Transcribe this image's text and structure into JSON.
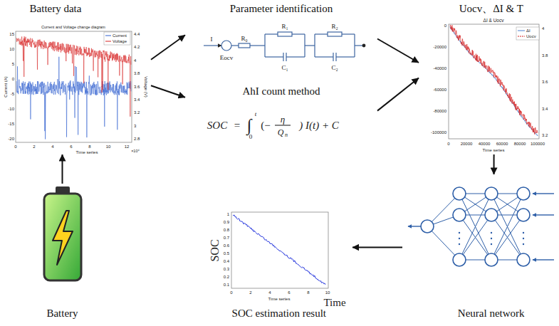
{
  "diagram": {
    "nodes": [
      {
        "text": [
          "Battery data"
        ]
      },
      {
        "text": [
          "Parameter identification"
        ]
      },
      {
        "text": [
          "AhI count method"
        ]
      },
      {
        "text": [
          "Uocv、ΔI & T"
        ]
      },
      {
        "text": [
          "Battery"
        ]
      },
      {
        "text": [
          "SOC estimation result"
        ]
      },
      {
        "text": [
          "Neural network"
        ]
      }
    ],
    "edges": [
      {
        "from": 4,
        "to": 0,
        "arrow": "to"
      },
      {
        "from": 0,
        "to": 1,
        "arrow": "to"
      },
      {
        "from": 0,
        "to": 2,
        "arrow": "to"
      },
      {
        "from": 1,
        "to": 3,
        "arrow": "to"
      },
      {
        "from": 2,
        "to": 3,
        "arrow": "to"
      },
      {
        "from": 3,
        "to": 6,
        "arrow": "to"
      },
      {
        "from": 6,
        "to": 5,
        "arrow": "to"
      }
    ],
    "labels": [
      "Current and Voltage change diagram",
      "15",
      "10",
      "5",
      "0",
      "-5",
      "-10",
      "-15",
      "-20",
      "4.4",
      "4.2",
      "4",
      "3.8",
      "3.6",
      "3.4",
      "3.2",
      "3",
      "2.8",
      "0",
      "2",
      "4",
      "6",
      "8",
      "10",
      "12",
      "×10⁴",
      "Current (A)",
      "Voltage (V)",
      "Time series",
      "I",
      "Eocv",
      "R₀",
      "R₁",
      "C₁",
      "R₂",
      "C₂",
      "SOC",
      "=",
      "∫",
      "t",
      "0",
      "(−",
      "η",
      "Q",
      "n",
      ") I(t) + C",
      "ΔI & Uocv",
      "0",
      "-20000",
      "-40000",
      "-60000",
      "-80000",
      "-100000",
      "0",
      "20000",
      "40000",
      "60000",
      "80000",
      "100000",
      "Time series",
      "4",
      "3.8",
      "3.6",
      "3.4",
      "3.2",
      "SOC",
      "Time",
      "1",
      "0.9",
      "0.8",
      "0.7",
      "0.6",
      "0.5",
      "0.4",
      "0.3",
      "0.2",
      "0.1",
      "0",
      "2",
      "4",
      "6",
      "8",
      "10",
      "Time series"
    ],
    "legend": [
      {
        "text": "Current"
      },
      {
        "text": "Voltage"
      },
      {
        "text": "ΔI"
      },
      {
        "text": "Uocv"
      }
    ]
  }
}
